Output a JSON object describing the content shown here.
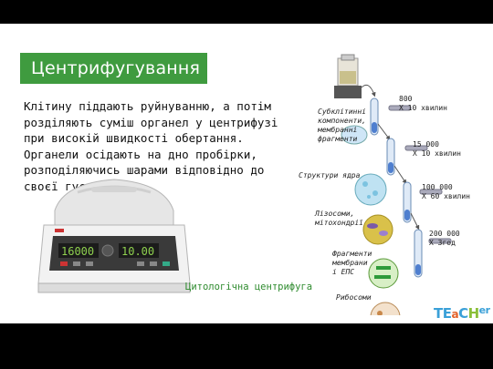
{
  "slide": {
    "title": "Центрифугування",
    "body_text": "Клітину піддають руйнуванню, а потім розділяють суміш органел у центрифузі при високій швидкості обертання. Органели осідають на дно пробірки, розподіляючись шарами відповідно до своєї густини",
    "caption": "Цитологічна центрифуга"
  },
  "centrifuge": {
    "display_left": "16000",
    "display_right": "10.00"
  },
  "diagram": {
    "steps": [
      {
        "speed": "800",
        "time": "X 10 хвилин"
      },
      {
        "speed": "15 000",
        "time": "X 10 хвилин"
      },
      {
        "speed": "100 000",
        "time": "X 60 хвилин"
      },
      {
        "speed": "200 000",
        "time": "X 3год"
      }
    ],
    "fractions": [
      {
        "label": "Субклітинні компоненти, мембранні фрагменти"
      },
      {
        "label": "Структури ядра"
      },
      {
        "label": "Лізосоми, мітохондрії"
      },
      {
        "label": "Фрагменти мембрани і ЕПС"
      },
      {
        "label": "Рибосоми"
      }
    ]
  },
  "logo": {
    "part1": "TE",
    "part2": "a",
    "part3": "C",
    "part4": "H",
    "part5": "er"
  },
  "colors": {
    "title_bg": "#3f9b3f",
    "caption": "#2e8b2e"
  }
}
